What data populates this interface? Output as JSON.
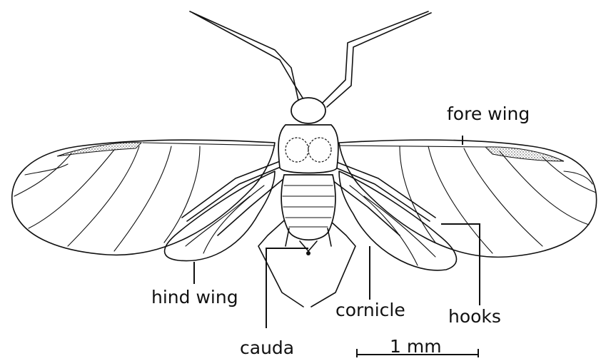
{
  "figure": {
    "subject": "winged aphid (dorsal view)",
    "labels": {
      "fore_wing": "fore wing",
      "hind_wing": "hind wing",
      "cornicle": "cornicle",
      "hooks": "hooks",
      "cauda": "cauda"
    },
    "scale_bar": {
      "label": "1 mm"
    },
    "colors": {
      "line": "#111111",
      "background": "#ffffff"
    }
  }
}
